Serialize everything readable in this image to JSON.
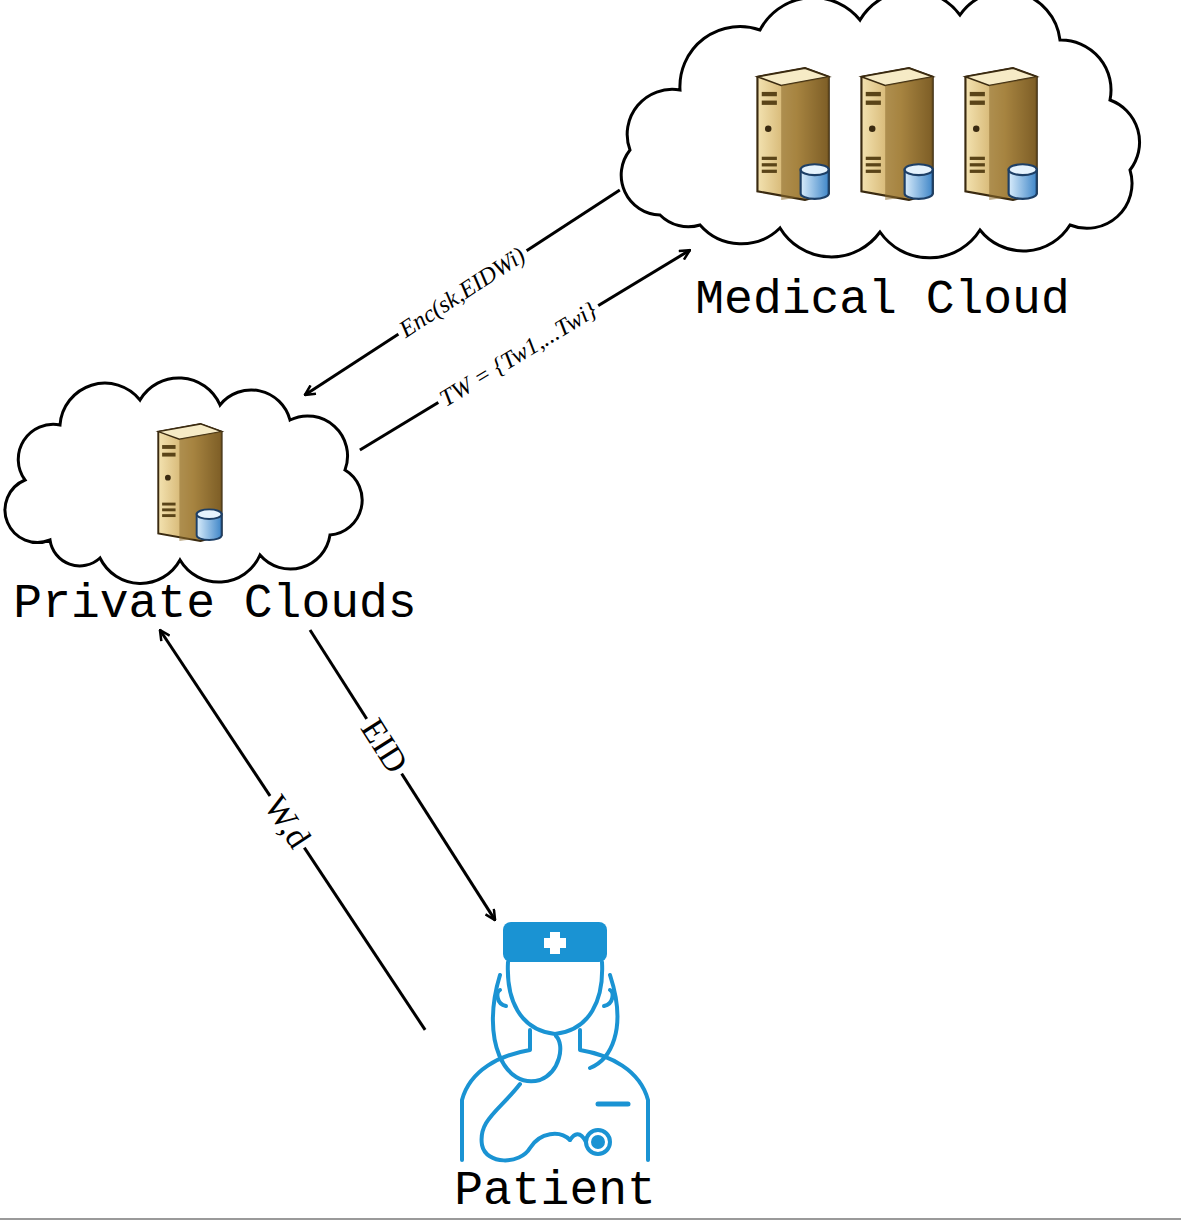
{
  "diagram": {
    "nodes": [
      {
        "text": [
          "Medical Cloud"
        ]
      },
      {
        "text": [
          "Private Clouds"
        ]
      },
      {
        "text": [
          "Patient"
        ]
      }
    ],
    "edges": [
      {
        "from": 0,
        "to": 1,
        "arrow": "to",
        "label": "Enc(sk,EIDWi)"
      },
      {
        "from": 1,
        "to": 0,
        "arrow": "to",
        "label": "TW = {Tw1,...Twi}"
      },
      {
        "from": 2,
        "to": 1,
        "arrow": "to",
        "label": "W,d"
      },
      {
        "from": 1,
        "to": 2,
        "arrow": "to",
        "label": "EID"
      }
    ]
  }
}
